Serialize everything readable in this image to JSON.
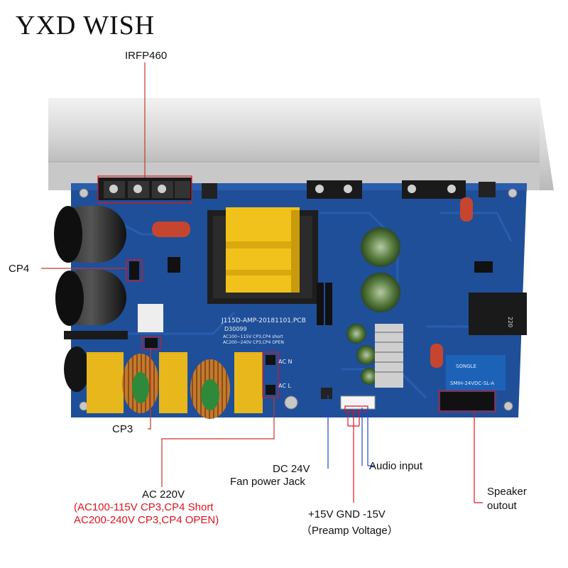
{
  "brand": "YXD WISH",
  "callouts": {
    "irfp460": "IRFP460",
    "cp4": "CP4",
    "cp3": "CP3",
    "dc24v": "DC 24V",
    "fan_jack": "Fan power Jack",
    "audio_input": "Audio input",
    "speaker_line1": "Speaker",
    "speaker_line2": "outout",
    "ac220v": "AC 220V",
    "ac_line2": "(AC100-115V  CP3,CP4 Short",
    "ac_line3": "AC200-240V  CP3,CP4 OPEN)",
    "rail_line1": "+15V GND -15V",
    "rail_line2": "（Preamp Voltage）"
  },
  "pcb": {
    "model": "J115D-AMP-20181101.PCB",
    "code": "D30099",
    "note_line1": "AC100~115V   CP3,CP4 short",
    "note_line2": "AC200~240V   CP3,CP4 OPEN",
    "ac_n": "AC N",
    "ac_l": "AC L",
    "relay_line1": "SONGLE",
    "relay_line2": "SMIH-24VDC-SL-A",
    "cap_220": "220"
  },
  "colors": {
    "pcb": "#1f4f98",
    "heatsink": "#d8d8d8",
    "transformer": "#f1c21b",
    "capacitor_x": "#e8b71c",
    "relay": "#1c63b8",
    "callout_red": "#e0141e",
    "callout_blue": "#2244cc"
  }
}
